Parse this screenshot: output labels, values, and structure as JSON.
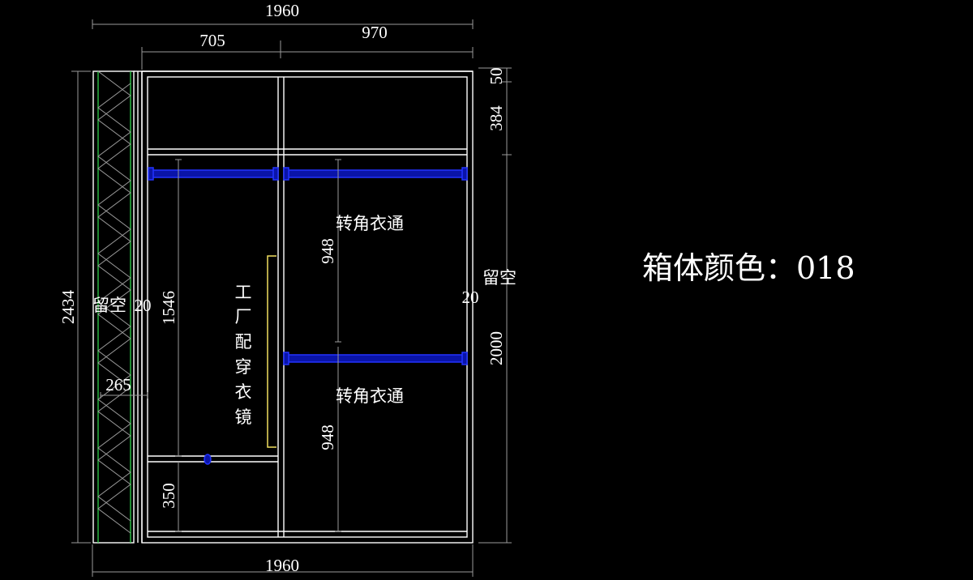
{
  "dimensions": {
    "top_total": "1960",
    "top_left": "705",
    "top_right": "970",
    "bottom_total": "1960",
    "left_height": "2434",
    "right_top": "50",
    "right_upper": "384",
    "right_main": "2000",
    "left_gap_thickness": "20",
    "right_gap_thickness": "20",
    "left_gap_width": "265",
    "left_hang_height": "1546",
    "left_bottom": "350",
    "right_upper_hang": "948",
    "right_lower_hang": "948"
  },
  "labels": {
    "left_gap": "留空",
    "right_gap": "留空",
    "rail_upper": "转角衣通",
    "rail_lower": "转角衣通",
    "mirror": [
      "工",
      "厂",
      "配",
      "穿",
      "衣",
      "镜"
    ]
  },
  "note": "箱体颜色：018",
  "colors": {
    "background": "#000000",
    "lines": "#ffffff",
    "hanging_rail": "#2233ff",
    "mirror_outline": "#f2e060",
    "wall_hatch_edge": "#2fd24a"
  }
}
